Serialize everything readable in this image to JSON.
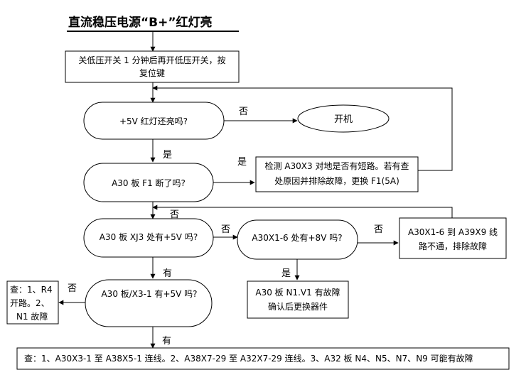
{
  "title": "直流稳压电源“B+”红灯亮",
  "nodes": {
    "step_restart": {
      "line1": "关低压开关 1 分钟后再开低压开关，按",
      "line2": "复位键"
    },
    "q_red_light": {
      "label": "+5V 红灯还亮吗?"
    },
    "start": {
      "label": "开机"
    },
    "q_f1": {
      "label": "A30 板 F1 断了吗?"
    },
    "step_short": {
      "line1": "检测 A30X3 对地是否有短路。若有查",
      "line2": "处原因并排除故障，更换 F1(5A)"
    },
    "q_xj3": {
      "label": "A30 板 XJ3 处有+5V 吗?"
    },
    "q_x1_6": {
      "label": "A30X1-6 处有+8V 吗?"
    },
    "step_wire": {
      "line1": "A30X1-6 到 A39X9 线",
      "line2": "路不通，排除故障"
    },
    "step_r4": {
      "line1": "查：1、R4",
      "line2": "开路。2、",
      "line3": "N1 故障"
    },
    "q_x3_1": {
      "label": "A30 板/X3-1 有+5V 吗?"
    },
    "step_n1v1": {
      "line1": "A30 板 N1.V1 有故障",
      "line2": "确认后更换器件"
    },
    "step_final": {
      "label": "查：1、A30X3-1 至 A38X5-1 连线。2、A38X7-29 至 A32X7-29 连线。3、A32 板 N4、N5、N7、N9 可能有故障"
    }
  },
  "edge_labels": {
    "no_to_start": "否",
    "yes_to_f1": "是",
    "yes_to_short": "是",
    "no_to_xj3": "否",
    "no_to_x1_6": "否",
    "no_to_wire": "否",
    "yes_to_x3_1": "有",
    "yes_to_n1v1": "是",
    "no_to_r4": "否",
    "yes_to_final": "有"
  }
}
